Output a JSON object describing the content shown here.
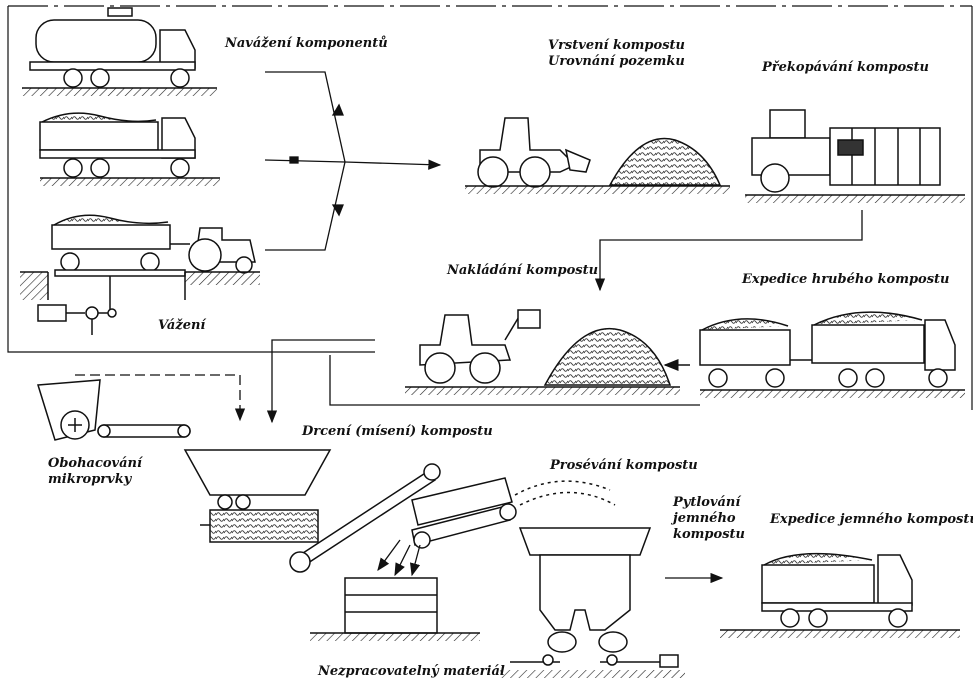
{
  "labels": {
    "navazeni": "Navážení komponentů",
    "vrstveni_1": "Vrstvení kompostu",
    "vrstveni_2": "Urovnání pozemku",
    "prekopavani": "Překopávání kompostu",
    "nakladani": "Nakládání kompostu",
    "expedice_hrubeho": "Expedice hrubého kompostu",
    "vazeni": "Vážení",
    "drceni": "Drcení (mísení) kompostu",
    "obohacovani_1": "Obohacování",
    "obohacovani_2": "mikroprvky",
    "proseavani": "Prosévání kompostu",
    "pytlovani_1": "Pytlování",
    "pytlovani_2": "jemného",
    "pytlovani_3": "kompostu",
    "expedice_jemneho": "Expedice jemného kompostu",
    "nezpracovatelny": "Nezpracovatelný materiál"
  },
  "colors": {
    "ink": "#1a1a1a",
    "paper": "#ffffff"
  }
}
